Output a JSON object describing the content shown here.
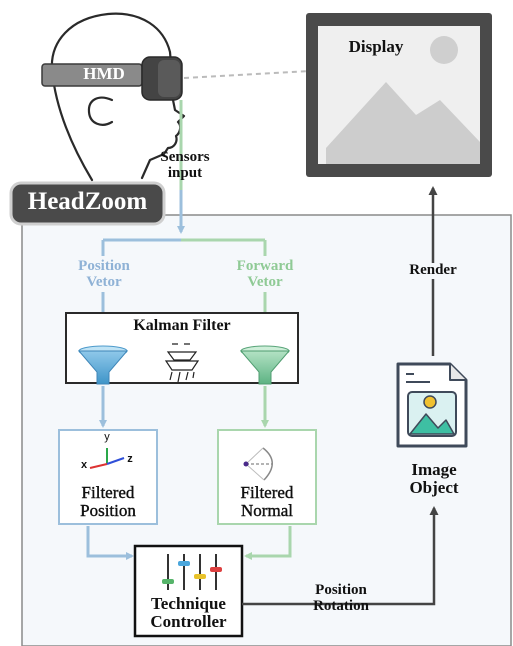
{
  "brand": {
    "label": "HeadZoom"
  },
  "hmd": {
    "label": "HMD"
  },
  "display": {
    "label": "Display"
  },
  "sensors": {
    "line1": "Sensors",
    "line2": "input"
  },
  "position_vector": {
    "line1": "Position",
    "line2": "Vetor"
  },
  "forward_vector": {
    "line1": "Forward",
    "line2": "Vetor"
  },
  "kalman": {
    "label": "Kalman Filter"
  },
  "filtered_position": {
    "line1": "Filtered",
    "line2": "Position",
    "axes": {
      "y": "y",
      "x": "x",
      "z": "z"
    }
  },
  "filtered_normal": {
    "line1": "Filtered",
    "line2": "Normal"
  },
  "technique": {
    "line1": "Technique",
    "line2": "Controller"
  },
  "output": {
    "line1": "Position",
    "line2": "Rotation"
  },
  "image_object": {
    "line1": "Image",
    "line2": "Object"
  },
  "render": {
    "label": "Render"
  },
  "colors": {
    "position_blue": "#9cbfdc",
    "position_text": "#8fb2d6",
    "forward_green": "#a9d6ad",
    "forward_text": "#8fca95",
    "panel_bg": "#f5f8fb",
    "dark": "#3f3f3f",
    "brand_bg": "#4a4a4a"
  }
}
